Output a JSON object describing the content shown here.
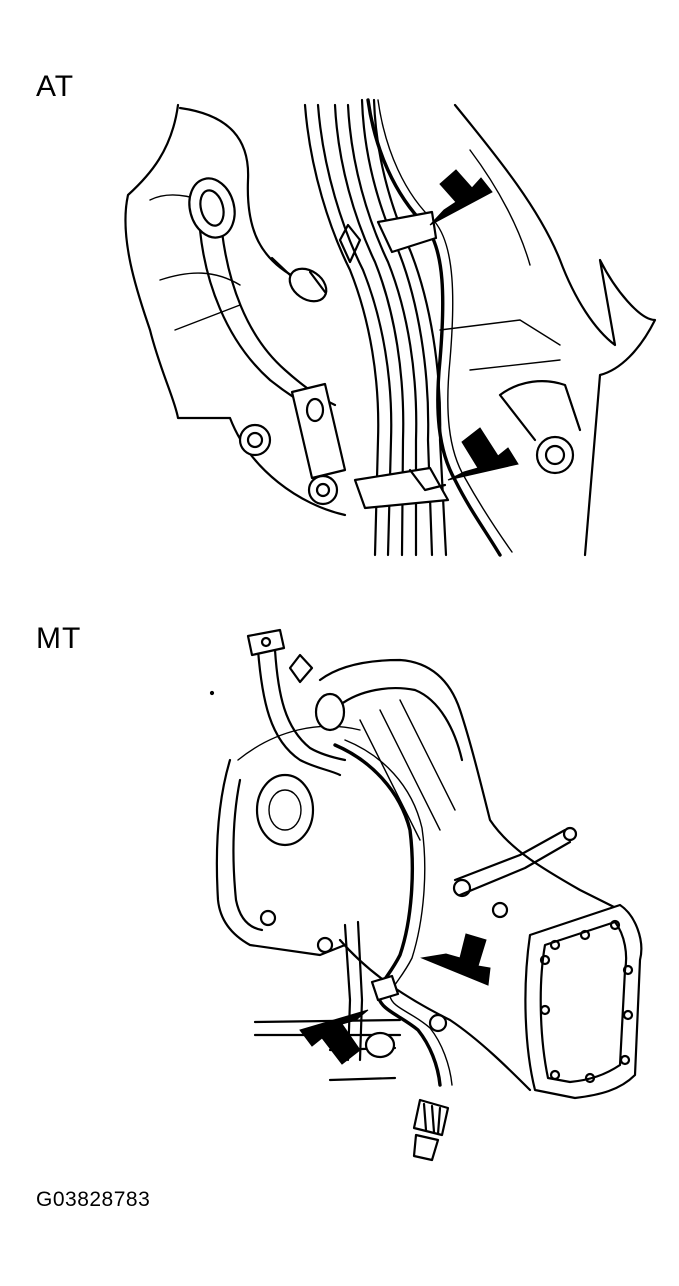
{
  "labels": {
    "top_panel": "AT",
    "bottom_panel": "MT"
  },
  "figure_code": "G03828783",
  "colors": {
    "line": "#000000",
    "background": "#ffffff"
  }
}
